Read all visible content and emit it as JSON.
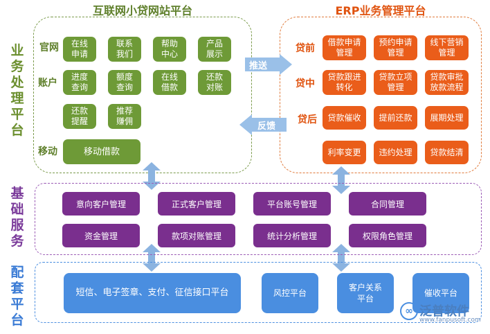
{
  "side_labels": {
    "business": "业务处理平台",
    "basic": "基础服务",
    "support": "配套平台"
  },
  "left_panel": {
    "title": "互联网小贷网站平台",
    "rows": [
      {
        "label": "官网",
        "buttons": [
          "在线\n申请",
          "联系\n我们",
          "帮助\n中心",
          "产品\n展示"
        ]
      },
      {
        "label": "账户",
        "buttons": [
          "进度\n查询",
          "额度\n查询",
          "在线\n借款",
          "还款\n对账",
          "还款\n提醒",
          "推荐\n赚佣"
        ]
      },
      {
        "label": "移动",
        "buttons": [
          "移动借款"
        ]
      }
    ]
  },
  "right_panel": {
    "title": "ERP业务管理平台",
    "rows": [
      {
        "label": "贷前",
        "buttons": [
          "借款申请\n管理",
          "预约申请\n管理",
          "线下营销\n管理"
        ]
      },
      {
        "label": "贷中",
        "buttons": [
          "贷款跟进\n转化",
          "贷款立项\n管理",
          "贷款审批\n放款流程"
        ]
      },
      {
        "label": "贷后",
        "buttons": [
          "贷款催收",
          "提前还款",
          "展期处理",
          "利率变更",
          "违约处理",
          "贷款结清"
        ]
      }
    ]
  },
  "arrows": {
    "push": "推送",
    "feedback": "反馈"
  },
  "basic_services": [
    "意向客户管理",
    "正式客户管理",
    "平台账号管理",
    "合同管理",
    "资金管理",
    "款项对账管理",
    "统计分析管理",
    "权限角色管理"
  ],
  "support_platforms": [
    "短信、电子签章、支付、征信接口平台",
    "风控平台",
    "客户关系\n平台",
    "催收平台"
  ],
  "watermark": {
    "name": "泛普软件",
    "url": "www.fanpusoft.com"
  },
  "colors": {
    "green": "#6e9a37",
    "orange": "#ea5d1a",
    "purple": "#7a2f8e",
    "blue": "#4a8ee0",
    "arrow": "#8bb3e0"
  }
}
